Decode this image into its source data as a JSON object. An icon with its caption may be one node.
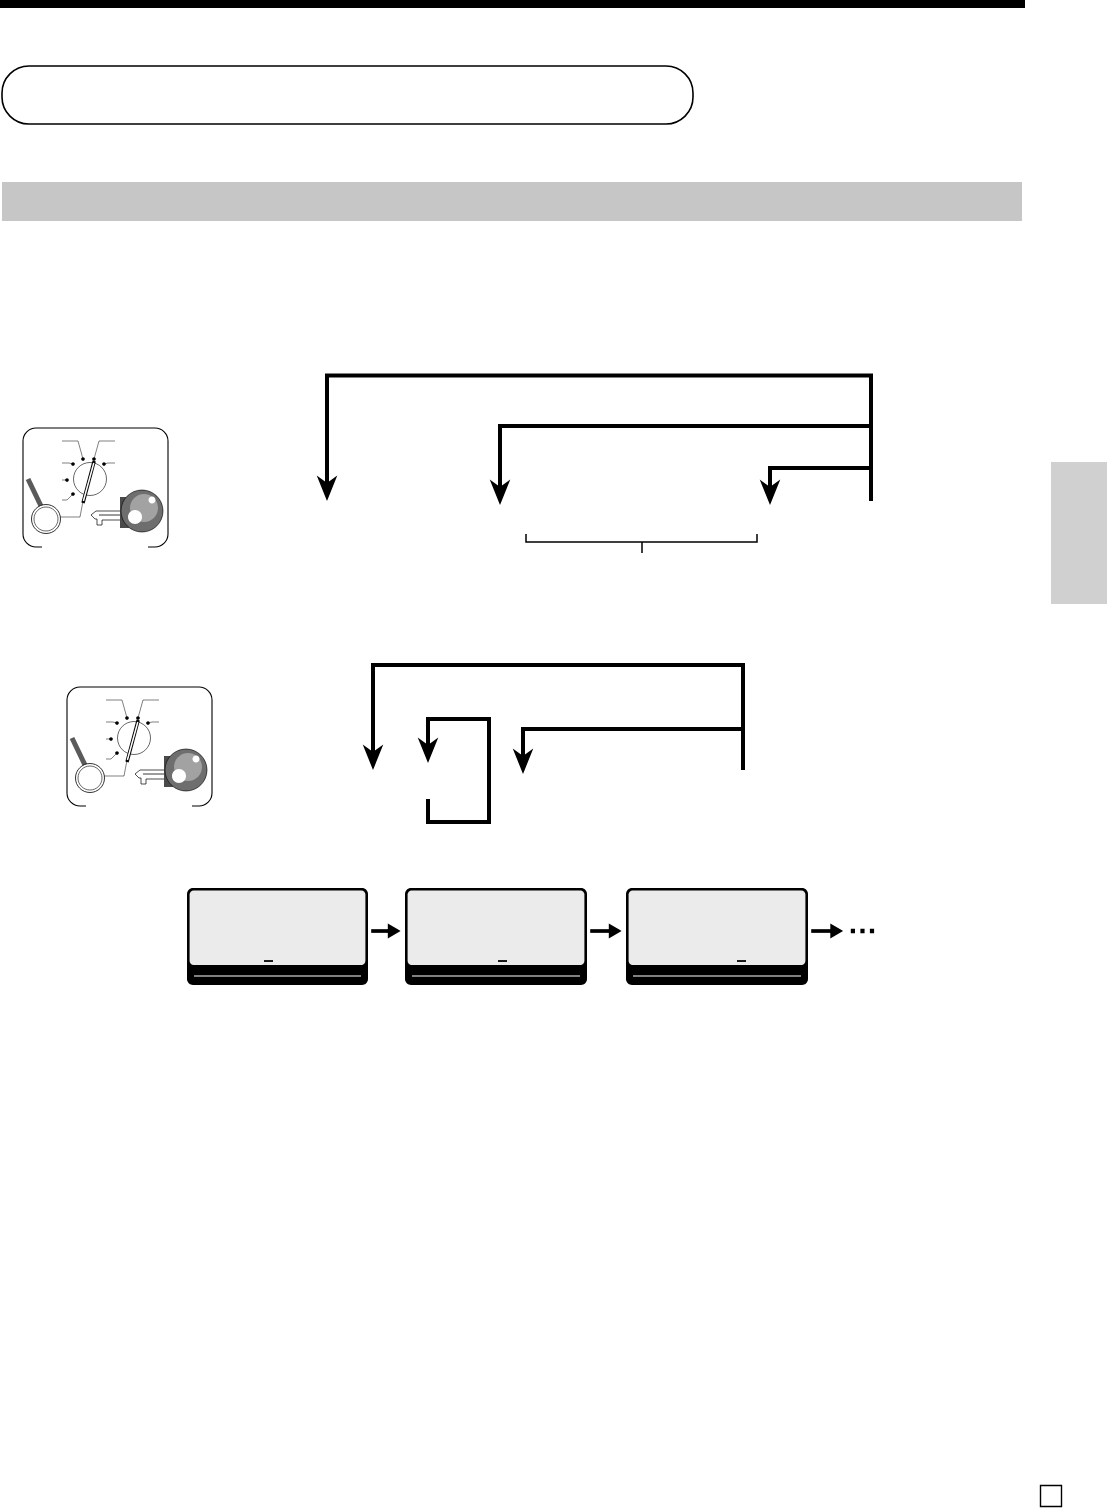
{
  "diagram": {
    "nodes": [
      {
        "text": [],
        "shape": "bar"
      },
      {
        "text": [],
        "shape": "bar"
      },
      {
        "text": [],
        "shape": "box"
      },
      {
        "text": [],
        "shape": "box"
      },
      {
        "text": [],
        "shape": "box"
      },
      {
        "text": [
          "…"
        ]
      }
    ],
    "edges": [
      {
        "from": 2,
        "to": 3,
        "arrow": "to"
      },
      {
        "from": 3,
        "to": 4,
        "arrow": "to"
      },
      {
        "from": 4,
        "to": 5,
        "arrow": "to"
      }
    ]
  }
}
